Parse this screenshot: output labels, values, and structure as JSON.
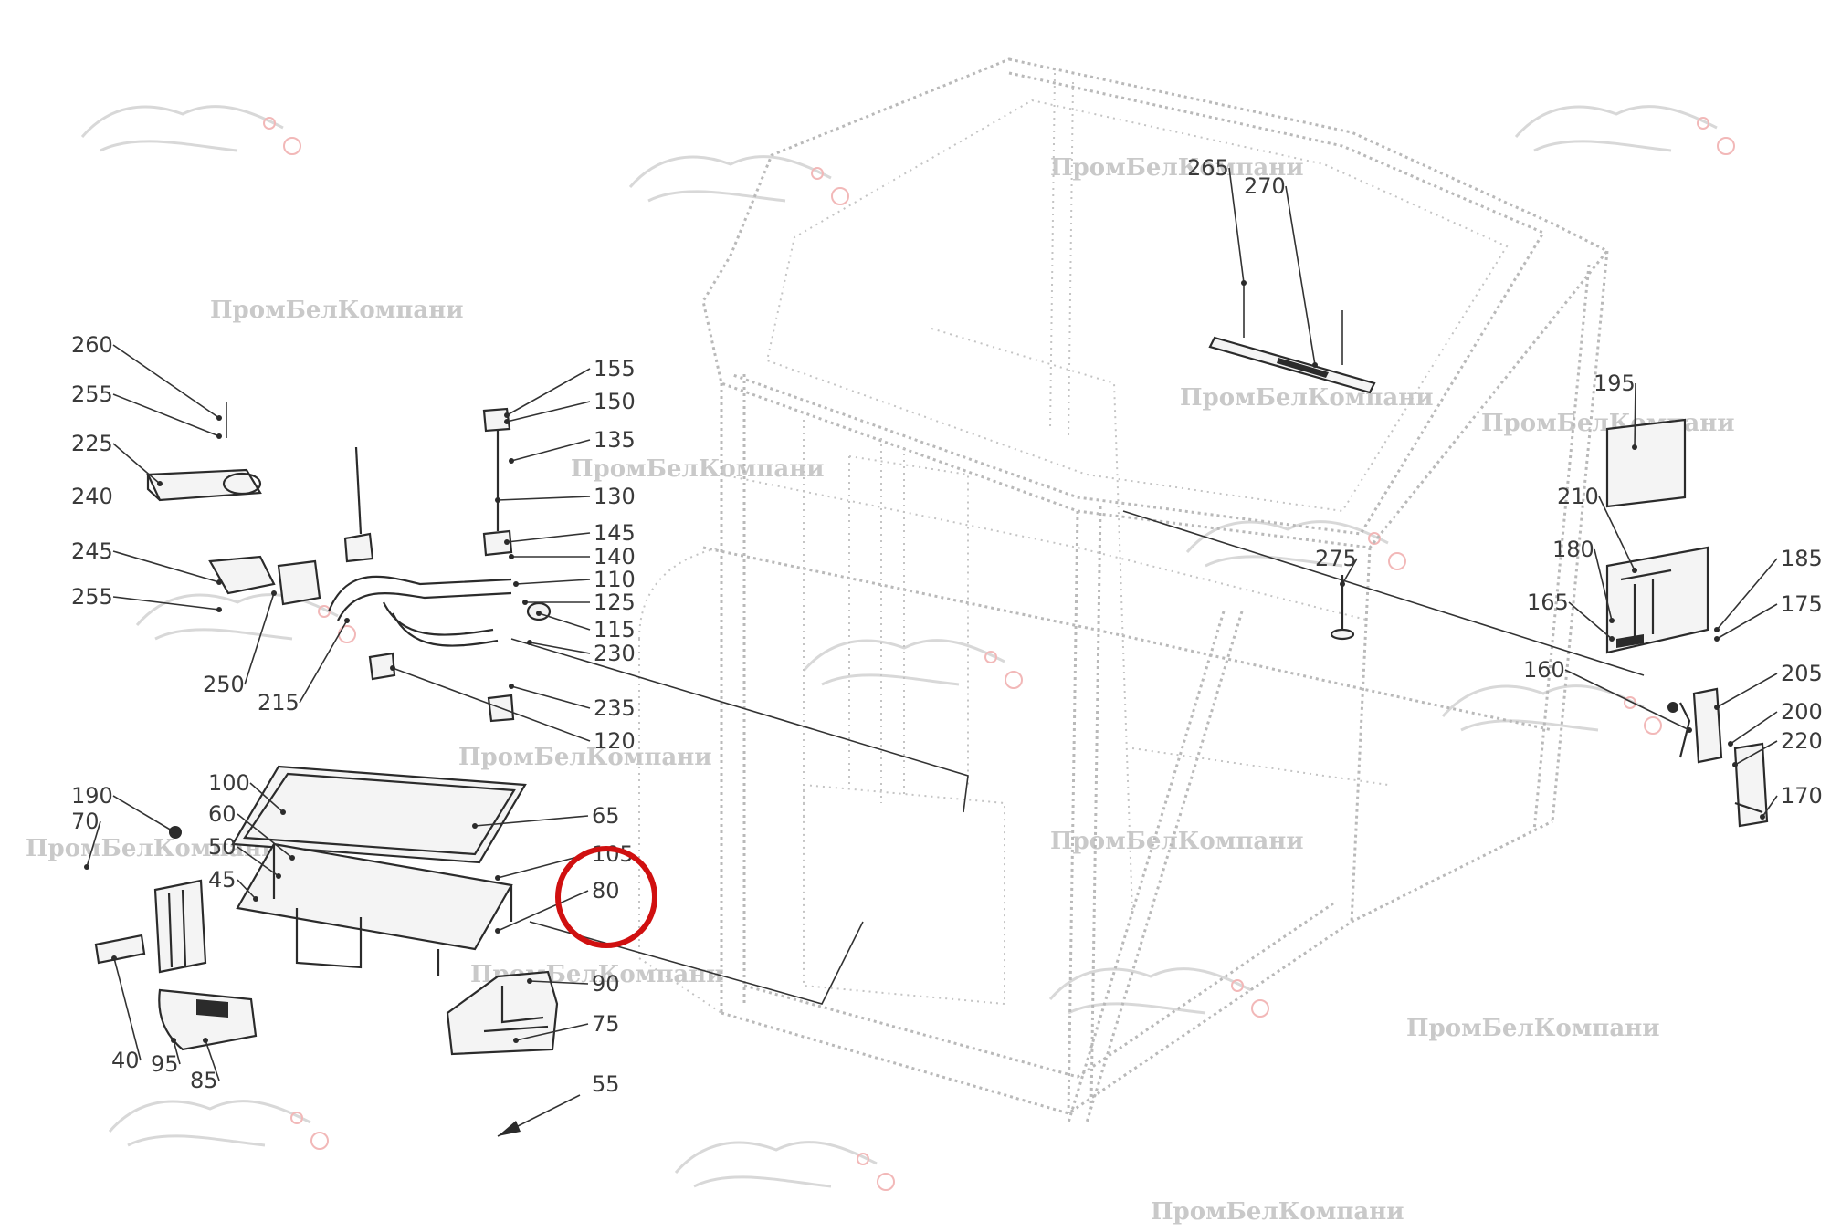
{
  "watermark": {
    "text": "ПромБелКомпани",
    "accent_color": "#d01010"
  },
  "highlight": {
    "color": "#d01010",
    "target_label": "80"
  },
  "labels": [
    "260",
    "255",
    "225",
    "240",
    "245",
    "255",
    "250",
    "215",
    "155",
    "150",
    "135",
    "130",
    "145",
    "140",
    "110",
    "125",
    "115",
    "230",
    "235",
    "120",
    "265",
    "270",
    "275",
    "195",
    "210",
    "180",
    "165",
    "160",
    "185",
    "175",
    "205",
    "200",
    "220",
    "170",
    "190",
    "70",
    "100",
    "60",
    "50",
    "45",
    "65",
    "105",
    "80",
    "90",
    "75",
    "40",
    "95",
    "85",
    "55"
  ]
}
